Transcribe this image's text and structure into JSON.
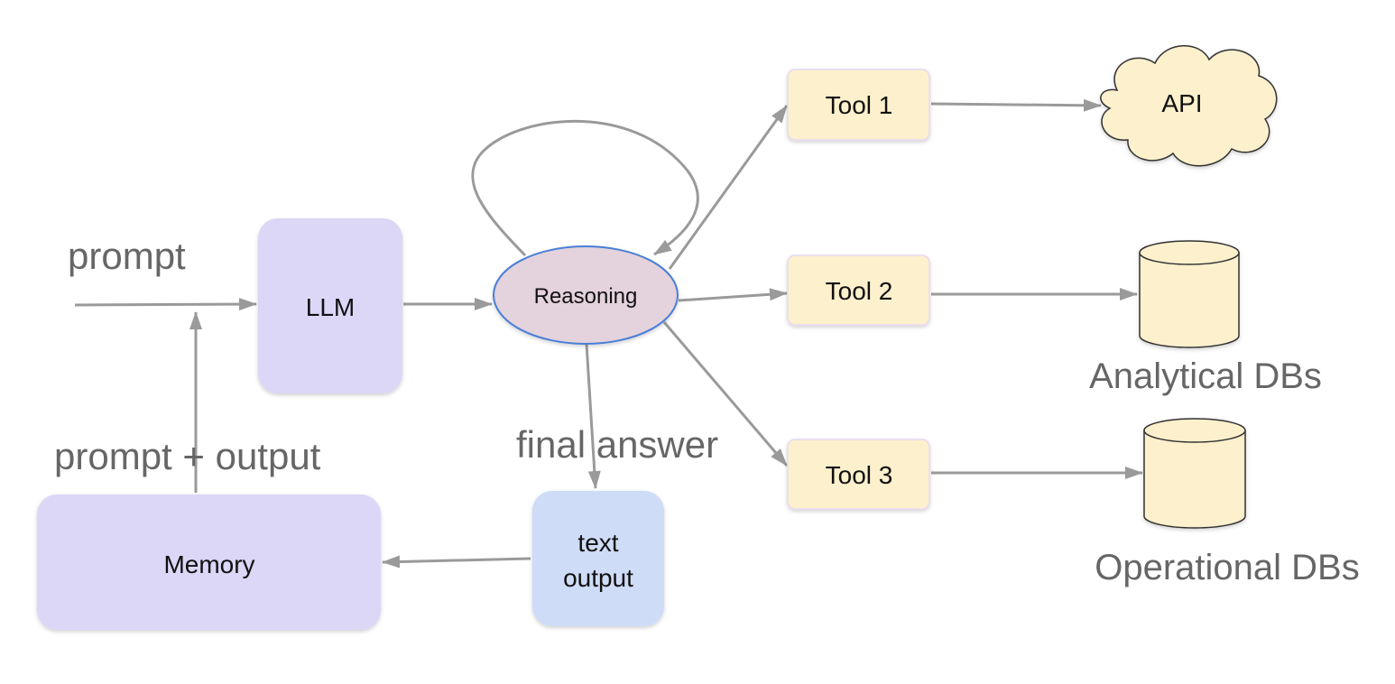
{
  "nodes": {
    "llm": "LLM",
    "reasoning": "Reasoning",
    "tool1": "Tool 1",
    "tool2": "Tool 2",
    "tool3": "Tool 3",
    "api": "API",
    "memory": "Memory",
    "text_output_line1": "text",
    "text_output_line2": "output"
  },
  "edge_labels": {
    "prompt": "prompt",
    "prompt_output": "prompt + output",
    "final_answer": "final answer"
  },
  "stores": {
    "analytical": "Analytical DBs",
    "operational": "Operational DBs"
  },
  "colors": {
    "llm_fill": "#dcd6f7",
    "reasoning_fill": "#e4d2dc",
    "reasoning_stroke": "#4a7fd6",
    "tool_fill": "#fdf0cd",
    "text_output_fill": "#cfdcf7",
    "arrow": "#9a9a9a"
  }
}
